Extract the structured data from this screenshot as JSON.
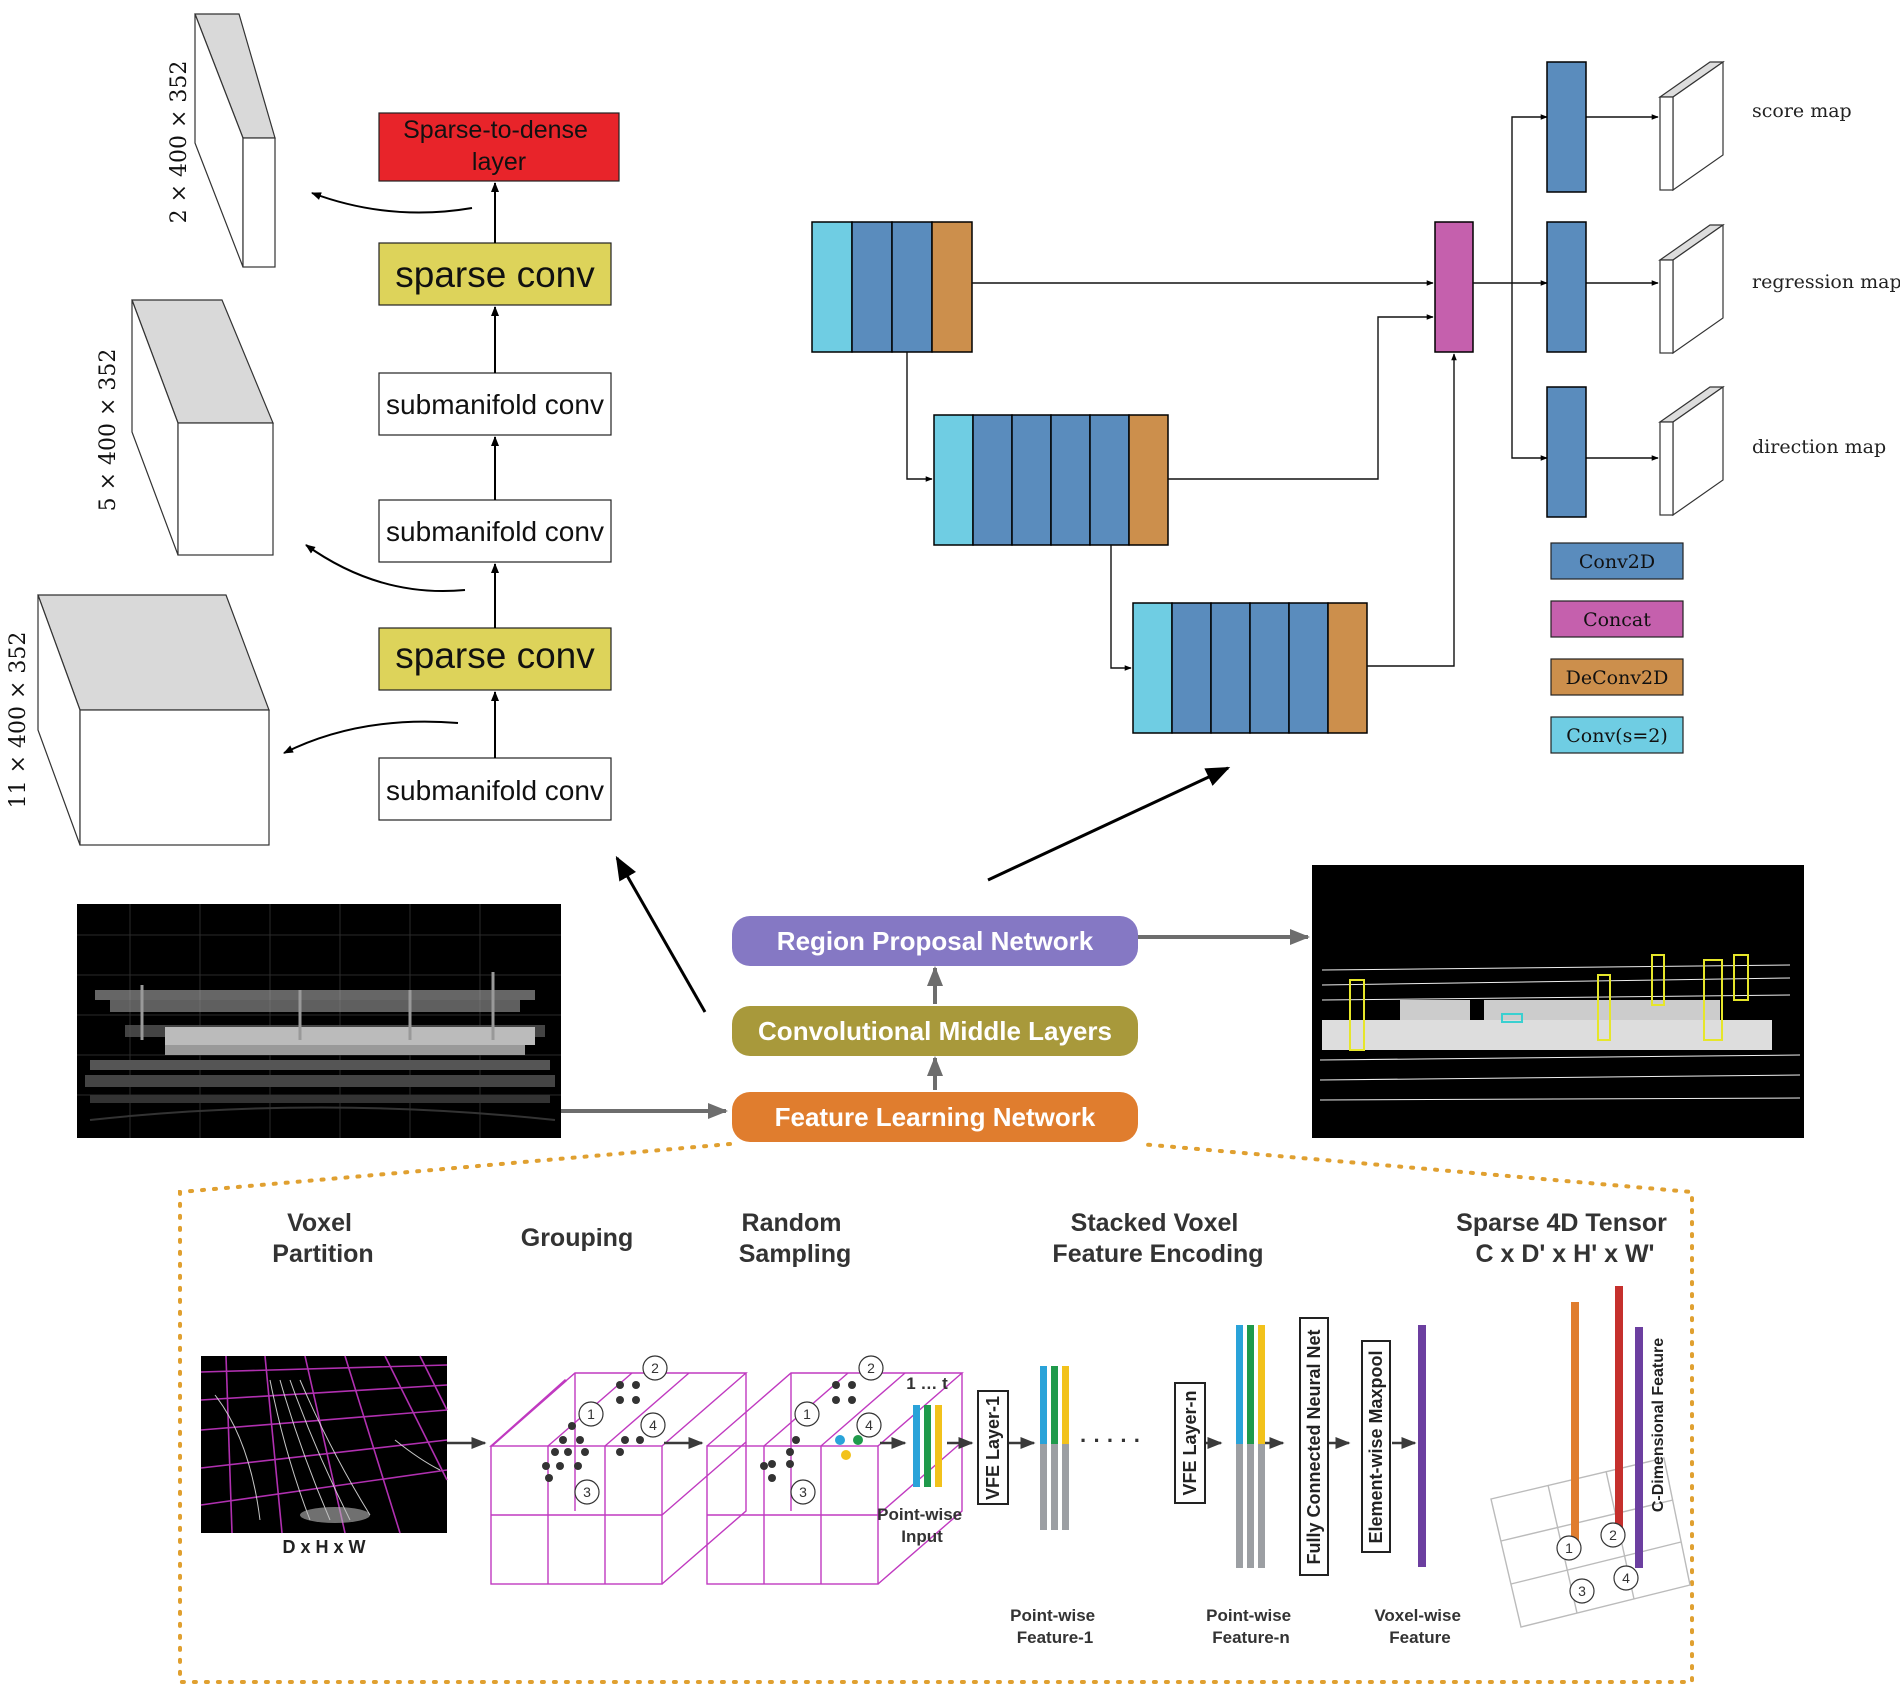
{
  "sparse_branch": {
    "top_block": "Sparse-to-dense\nlayer",
    "blocks": [
      "sparse conv",
      "submanifold conv",
      "submanifold conv",
      "sparse conv",
      "submanifold conv"
    ],
    "tensors": [
      "2 × 400 × 352",
      "5 × 400 × 352",
      "11 × 400 × 352"
    ],
    "colors": {
      "sparse_to_dense": "#e8242a",
      "sparse_conv": "#ddd35a",
      "submanifold": "#ffffff"
    }
  },
  "rpn_branch": {
    "outputs": [
      "score map",
      "regression map",
      "direction map"
    ],
    "legend": [
      {
        "label": "Conv2D",
        "color": "#5a8cbd"
      },
      {
        "label": "Concat",
        "color": "#c560ad"
      },
      {
        "label": "DeConv2D",
        "color": "#cc8f4c"
      },
      {
        "label": "Conv(s=2)",
        "color": "#6fcde3"
      }
    ]
  },
  "pipeline": {
    "stages": [
      {
        "label": "Region Proposal Network",
        "color": "#8578c4"
      },
      {
        "label": "Convolutional Middle Layers",
        "color": "#a8993b"
      },
      {
        "label": "Feature Learning Network",
        "color": "#e07d2e"
      }
    ]
  },
  "vfe": {
    "headers": [
      "Voxel\nPartition",
      "Grouping",
      "Random\nSampling",
      "Stacked Voxel\nFeature Encoding",
      "Sparse 4D Tensor\nC x D' x H' x W'"
    ],
    "dims_label": "D x H x W",
    "point_index": "1 … t",
    "pointwise_input": "Point-wise\nInput",
    "vfe1": "VFE Layer-1",
    "vfen": "VFE Layer-n",
    "fcn": "Fully Connected Neural Net",
    "maxpool": "Element-wise Maxpool",
    "dots": "· · · · ·",
    "feat1": "Point-wise\nFeature-1",
    "featn": "Point-wise\nFeature-n",
    "voxelwise": "Voxel-wise\nFeature",
    "cdim": "C-Dimensional Feature",
    "circle_labels": [
      "1",
      "2",
      "3",
      "4"
    ],
    "colors": {
      "blue": "#2aa3d9",
      "green": "#1f9a4b",
      "yellow": "#f2c21b",
      "gray": "#9c9fa3",
      "purple": "#6c3fa0",
      "orange": "#e07d2e",
      "red": "#c5302d",
      "magenta": "#c03ac0",
      "dotted": "#e0a030"
    }
  }
}
